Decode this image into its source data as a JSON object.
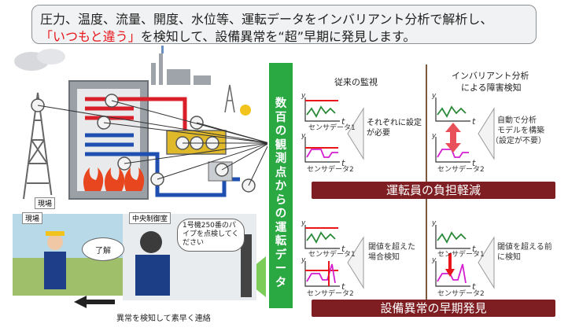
{
  "banner": {
    "line1": "圧力、温度、流量、開度、水位等、運転データをインバリアント分析で解析し、",
    "line2_red": "「いつもと違う」",
    "line2_rest": "を検知して、設備異常を“超”早期に発見します。"
  },
  "vertical_band": {
    "text": "数百の観測点からの運転データ"
  },
  "plant": {
    "site_label": "現場"
  },
  "scene": {
    "site_tag": "現場",
    "control_room_tag": "中央制御室",
    "speech_reply": "了解",
    "speech_instruction": "1号機250番のパイプを点検してください",
    "caption": "異常を検知して素早く連絡"
  },
  "headers": {
    "conventional": "従来の監視",
    "invariant_line1": "インバリアント分析",
    "invariant_line2": "による障害検知"
  },
  "axes": {
    "y": "y",
    "t": "t"
  },
  "sensors": {
    "s1": "センサデータ1",
    "s2": "センサデータ2"
  },
  "callouts": {
    "top_left": "それぞれに設定が必要",
    "top_right_line1": "自動で分析",
    "top_right_line2": "モデルを構築",
    "top_right_line3": "（設定が不要）",
    "bottom_left_line1": "閾値を超えた",
    "bottom_left_line2": "場合検知",
    "bottom_right_line1": "閾値を超える前",
    "bottom_right_line2": "に検知"
  },
  "bars": {
    "burden": "運転員の負担軽減",
    "early": "設備異常の早期発見"
  },
  "colors": {
    "brand_red": "#e8151b",
    "bar_maroon": "#7e1e22",
    "band_green": "#2aa842"
  }
}
